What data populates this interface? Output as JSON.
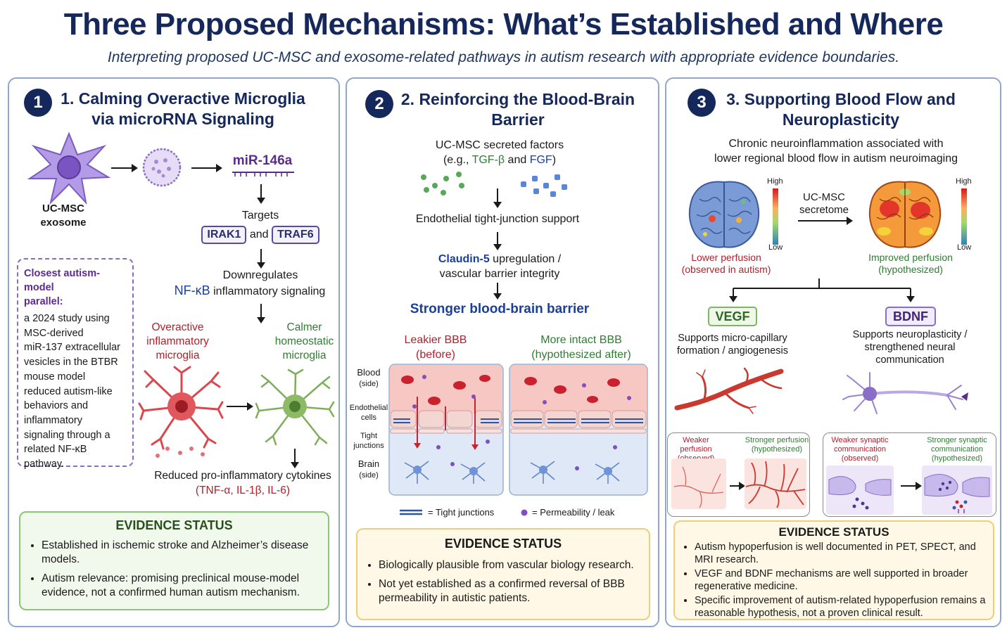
{
  "header": {
    "title": "Three Proposed Mechanisms: What’s Established and Where",
    "subtitle": "Interpreting proposed UC-MSC and exosome-related pathways in autism research with appropriate evidence boundaries."
  },
  "panel1": {
    "number": "1",
    "title_line1": "1. Calming Overactive Microglia",
    "title_line2": "via microRNA Signaling",
    "exosome_label_1": "UC-MSC",
    "exosome_label_2": "exosome",
    "mirna": "miR-146a",
    "targets": "Targets",
    "irak1": "IRAK1",
    "and": "and",
    "traf6": "TRAF6",
    "downregulates": "Downregulates",
    "nfkb": "NF-κB",
    "inflammatory_signaling": "inflammatory signaling",
    "overactive_1": "Overactive",
    "overactive_2": "inflammatory",
    "overactive_3": "microglia",
    "calmer_1": "Calmer",
    "calmer_2": "homeostatic",
    "calmer_3": "microglia",
    "reduced": "Reduced pro-inflammatory cytokines",
    "cytokines": "(TNF-α, IL-1β, IL-6)",
    "parallel_title_1": "Closest autism-model",
    "parallel_title_2": "parallel:",
    "parallel_lines": [
      "a 2024 study using",
      "MSC-derived",
      "miR-137 extracellular",
      "vesicles in the BTBR",
      "mouse model",
      "reduced autism-like",
      "behaviors and",
      "inflammatory",
      "signaling through a",
      "related NF-κB",
      "pathway."
    ],
    "evidence_title": "EVIDENCE STATUS",
    "evidence_1": "Established in ischemic stroke and Alzheimer’s disease models.",
    "evidence_2": "Autism relevance: promising preclinical mouse-model evidence, not a confirmed human autism mechanism."
  },
  "panel2": {
    "number": "2",
    "title_line1": "2. Reinforcing the Blood-Brain",
    "title_line2": "Barrier",
    "factors_1": "UC-MSC secreted factors",
    "factors_2a": "(e.g., ",
    "tgf": "TGF-β",
    "factors_2b": " and ",
    "fgf": "FGF",
    "factors_2c": ")",
    "endothelial": "Endothelial tight-junction support",
    "claudin": "Claudin-5",
    "upregulation": " upregulation /",
    "integrity": "vascular barrier integrity",
    "stronger": "Stronger blood-brain barrier",
    "leakier_1": "Leakier BBB",
    "leakier_2": "(before)",
    "intact_1": "More intact BBB",
    "intact_2": "(hypothesized after)",
    "side_blood_1": "Blood",
    "side_blood_2": "(side)",
    "side_endo_1": "Endothelial",
    "side_endo_2": "cells",
    "side_tight_1": "Tight",
    "side_tight_2": "junctions",
    "side_brain_1": "Brain",
    "side_brain_2": "(side)",
    "legend_tight": "= Tight junctions",
    "legend_leak": "= Permeability / leak",
    "evidence_title": "EVIDENCE STATUS",
    "evidence_1": "Biologically plausible from vascular biology research.",
    "evidence_2": "Not yet established as a confirmed reversal of BBB permeability in autistic patients."
  },
  "panel3": {
    "number": "3",
    "title_line1": "3. Supporting Blood Flow and",
    "title_line2": "Neuroplasticity",
    "chronic_1": "Chronic neuroinflammation associated with",
    "chronic_2": "lower regional blood flow in autism neuroimaging",
    "high": "High",
    "low": "Low",
    "secretome_1": "UC-MSC",
    "secretome_2": "secretome",
    "lower_1": "Lower perfusion",
    "lower_2": "(observed in autism)",
    "improved_1": "Improved perfusion",
    "improved_2": "(hypothesized)",
    "vegf": "VEGF",
    "bdnf": "BDNF",
    "vegf_desc_1": "Supports micro-capillary",
    "vegf_desc_2": "formation / angiogenesis",
    "bdnf_desc_1": "Supports neuroplasticity /",
    "bdnf_desc_2": "strengthened neural",
    "bdnf_desc_3": "communication",
    "weaker_perf_1": "Weaker perfusion",
    "weaker_perf_2": "(observed)",
    "stronger_perf_1": "Stronger perfusion",
    "stronger_perf_2": "(hypothesized)",
    "weaker_syn_1": "Weaker synaptic",
    "weaker_syn_2": "communication",
    "weaker_syn_3": "(observed)",
    "stronger_syn_1": "Stronger synaptic",
    "stronger_syn_2": "communication",
    "stronger_syn_3": "(hypothesized)",
    "evidence_title": "EVIDENCE STATUS",
    "evidence_1": "Autism hypoperfusion is well documented in PET, SPECT, and MRI research.",
    "evidence_2": "VEGF and BDNF mechanisms are well supported in broader regenerative medicine.",
    "evidence_3": "Specific improvement of autism-related hypoperfusion remains a reasonable hypothesis, not a proven clinical result."
  },
  "colors": {
    "navy": "#14285c",
    "red": "#b3202a",
    "green": "#2e7d32",
    "blue": "#1b3f9a",
    "purple": "#5b2c8a"
  }
}
